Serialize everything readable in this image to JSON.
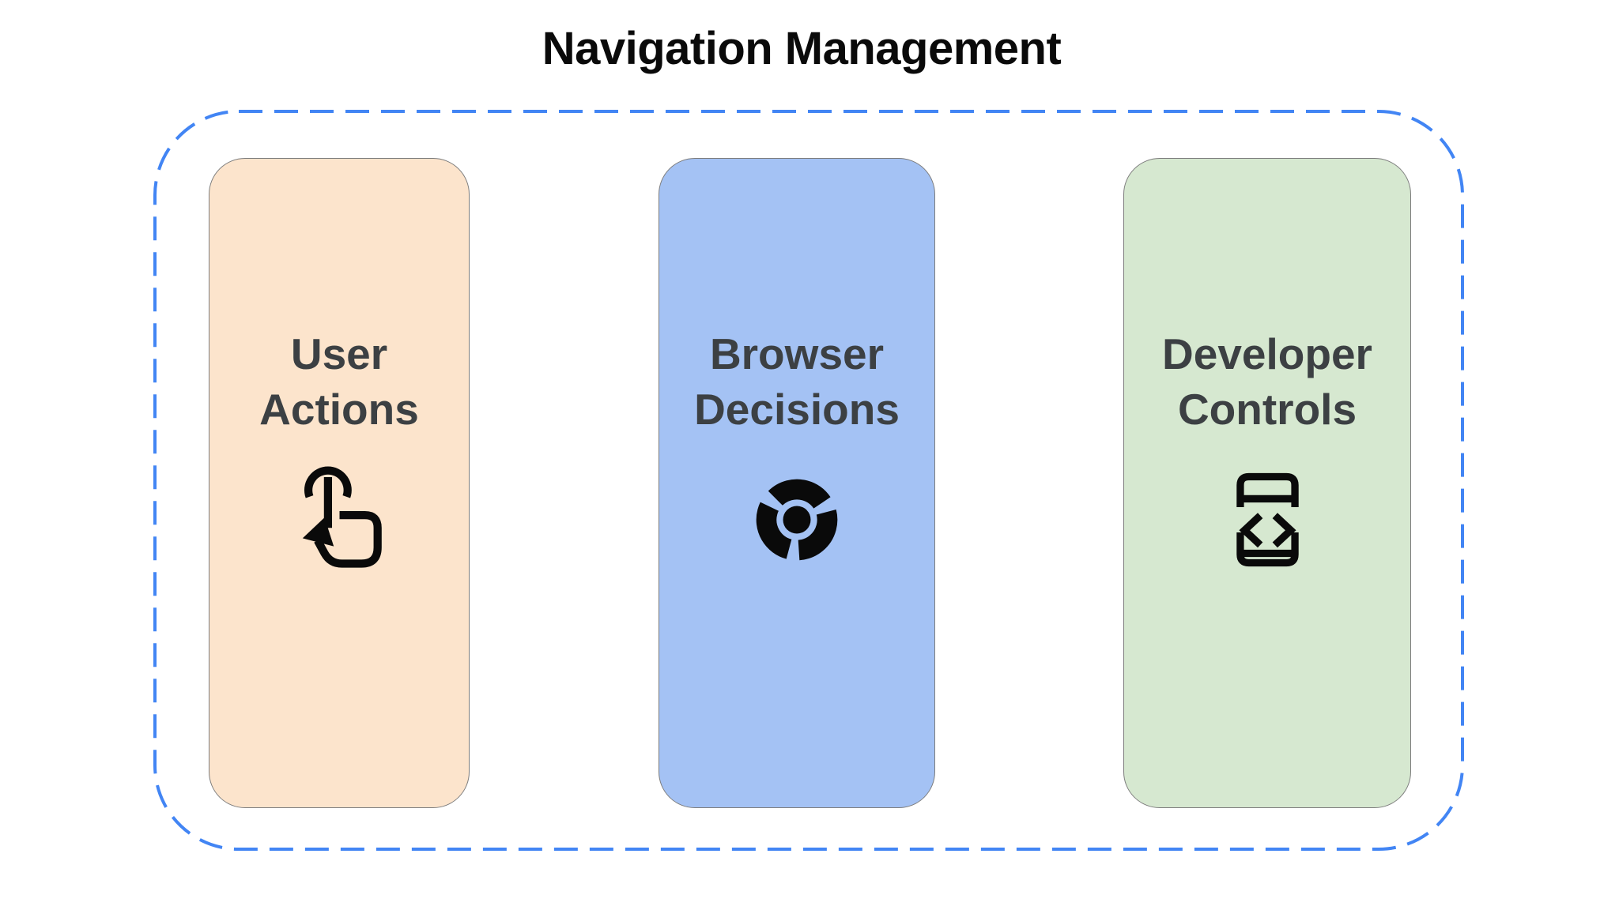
{
  "title": "Navigation Management",
  "container": {
    "border_style": "dashed",
    "border_color": "#4285f4"
  },
  "cards": [
    {
      "id": "user-actions",
      "label": "User\nActions",
      "icon": "touch-gesture-icon",
      "fill": "#fce4cc"
    },
    {
      "id": "browser-decisions",
      "label": "Browser\nDecisions",
      "icon": "chrome-browser-icon",
      "fill": "#a4c2f4"
    },
    {
      "id": "developer-controls",
      "label": "Developer\nControls",
      "icon": "developer-mode-icon",
      "fill": "#d6e8d0"
    }
  ],
  "colors": {
    "background": "#ffffff",
    "dashed_border": "#4285f4",
    "card_border": "#7d7d7d",
    "title_text": "#0a0a0a",
    "label_text": "#3c4043",
    "icon": "#0a0a0a"
  }
}
